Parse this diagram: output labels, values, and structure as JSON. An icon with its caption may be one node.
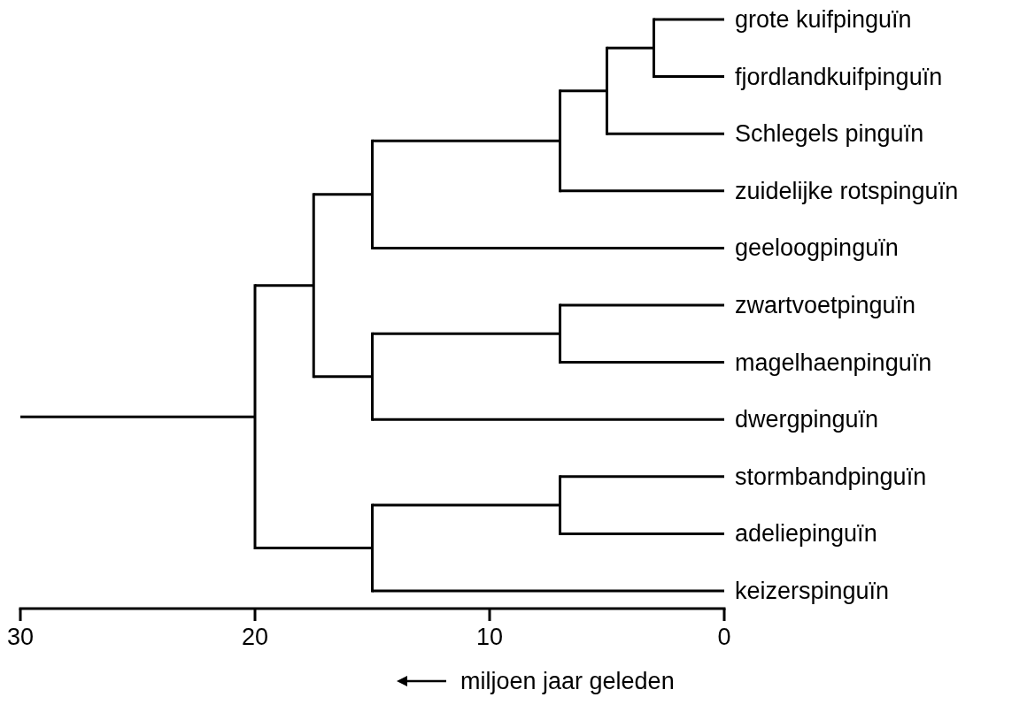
{
  "diagram": {
    "nodes": [
      {
        "text": [
          "grote kuifpinguïn"
        ]
      },
      {
        "text": [
          "fjordlandkuifpinguïn"
        ]
      },
      {
        "text": [
          "Schlegels pinguïn"
        ]
      },
      {
        "text": [
          "zuidelijke rotspinguïn"
        ]
      },
      {
        "text": [
          "geeloogpinguïn"
        ]
      },
      {
        "text": [
          "zwartvoetpinguïn"
        ]
      },
      {
        "text": [
          "magelhaenpinguïn"
        ]
      },
      {
        "text": [
          "dwergpinguïn"
        ]
      },
      {
        "text": [
          "stormbandpinguïn"
        ]
      },
      {
        "text": [
          "adeliepinguïn"
        ]
      },
      {
        "text": [
          "keizerspinguïn"
        ]
      },
      {
        "text": [],
        "shape": "bar"
      },
      {
        "text": [],
        "shape": "bar"
      },
      {
        "text": [],
        "shape": "bar"
      },
      {
        "text": [],
        "shape": "bar"
      },
      {
        "text": [],
        "shape": "bar"
      },
      {
        "text": [],
        "shape": "bar"
      },
      {
        "text": [],
        "shape": "bar"
      },
      {
        "text": [],
        "shape": "bar"
      },
      {
        "text": [],
        "shape": "bar"
      },
      {
        "text": [],
        "shape": "bar"
      }
    ],
    "edges": [
      {
        "from": null,
        "to": 11,
        "arrow": "none"
      },
      {
        "from": 11,
        "to": 12,
        "arrow": "none"
      },
      {
        "from": 11,
        "to": 15,
        "arrow": "none"
      },
      {
        "from": 12,
        "to": 13,
        "arrow": "none"
      },
      {
        "from": 12,
        "to": 14,
        "arrow": "none"
      },
      {
        "from": 13,
        "to": 16,
        "arrow": "none"
      },
      {
        "from": 13,
        "to": 4,
        "arrow": "none"
      },
      {
        "from": 16,
        "to": 19,
        "arrow": "none"
      },
      {
        "from": 16,
        "to": 3,
        "arrow": "none"
      },
      {
        "from": 19,
        "to": 20,
        "arrow": "none"
      },
      {
        "from": 19,
        "to": 2,
        "arrow": "none"
      },
      {
        "from": 20,
        "to": 0,
        "arrow": "none"
      },
      {
        "from": 20,
        "to": 1,
        "arrow": "none"
      },
      {
        "from": 14,
        "to": 17,
        "arrow": "none"
      },
      {
        "from": 14,
        "to": 7,
        "arrow": "none"
      },
      {
        "from": 17,
        "to": 5,
        "arrow": "none"
      },
      {
        "from": 17,
        "to": 6,
        "arrow": "none"
      },
      {
        "from": 15,
        "to": 18,
        "arrow": "none"
      },
      {
        "from": 15,
        "to": 10,
        "arrow": "none"
      },
      {
        "from": 18,
        "to": 8,
        "arrow": "none"
      },
      {
        "from": 18,
        "to": 9,
        "arrow": "none"
      }
    ],
    "labels": [
      "30",
      "20",
      "10",
      "0",
      "miljoen jaar geleden"
    ]
  }
}
